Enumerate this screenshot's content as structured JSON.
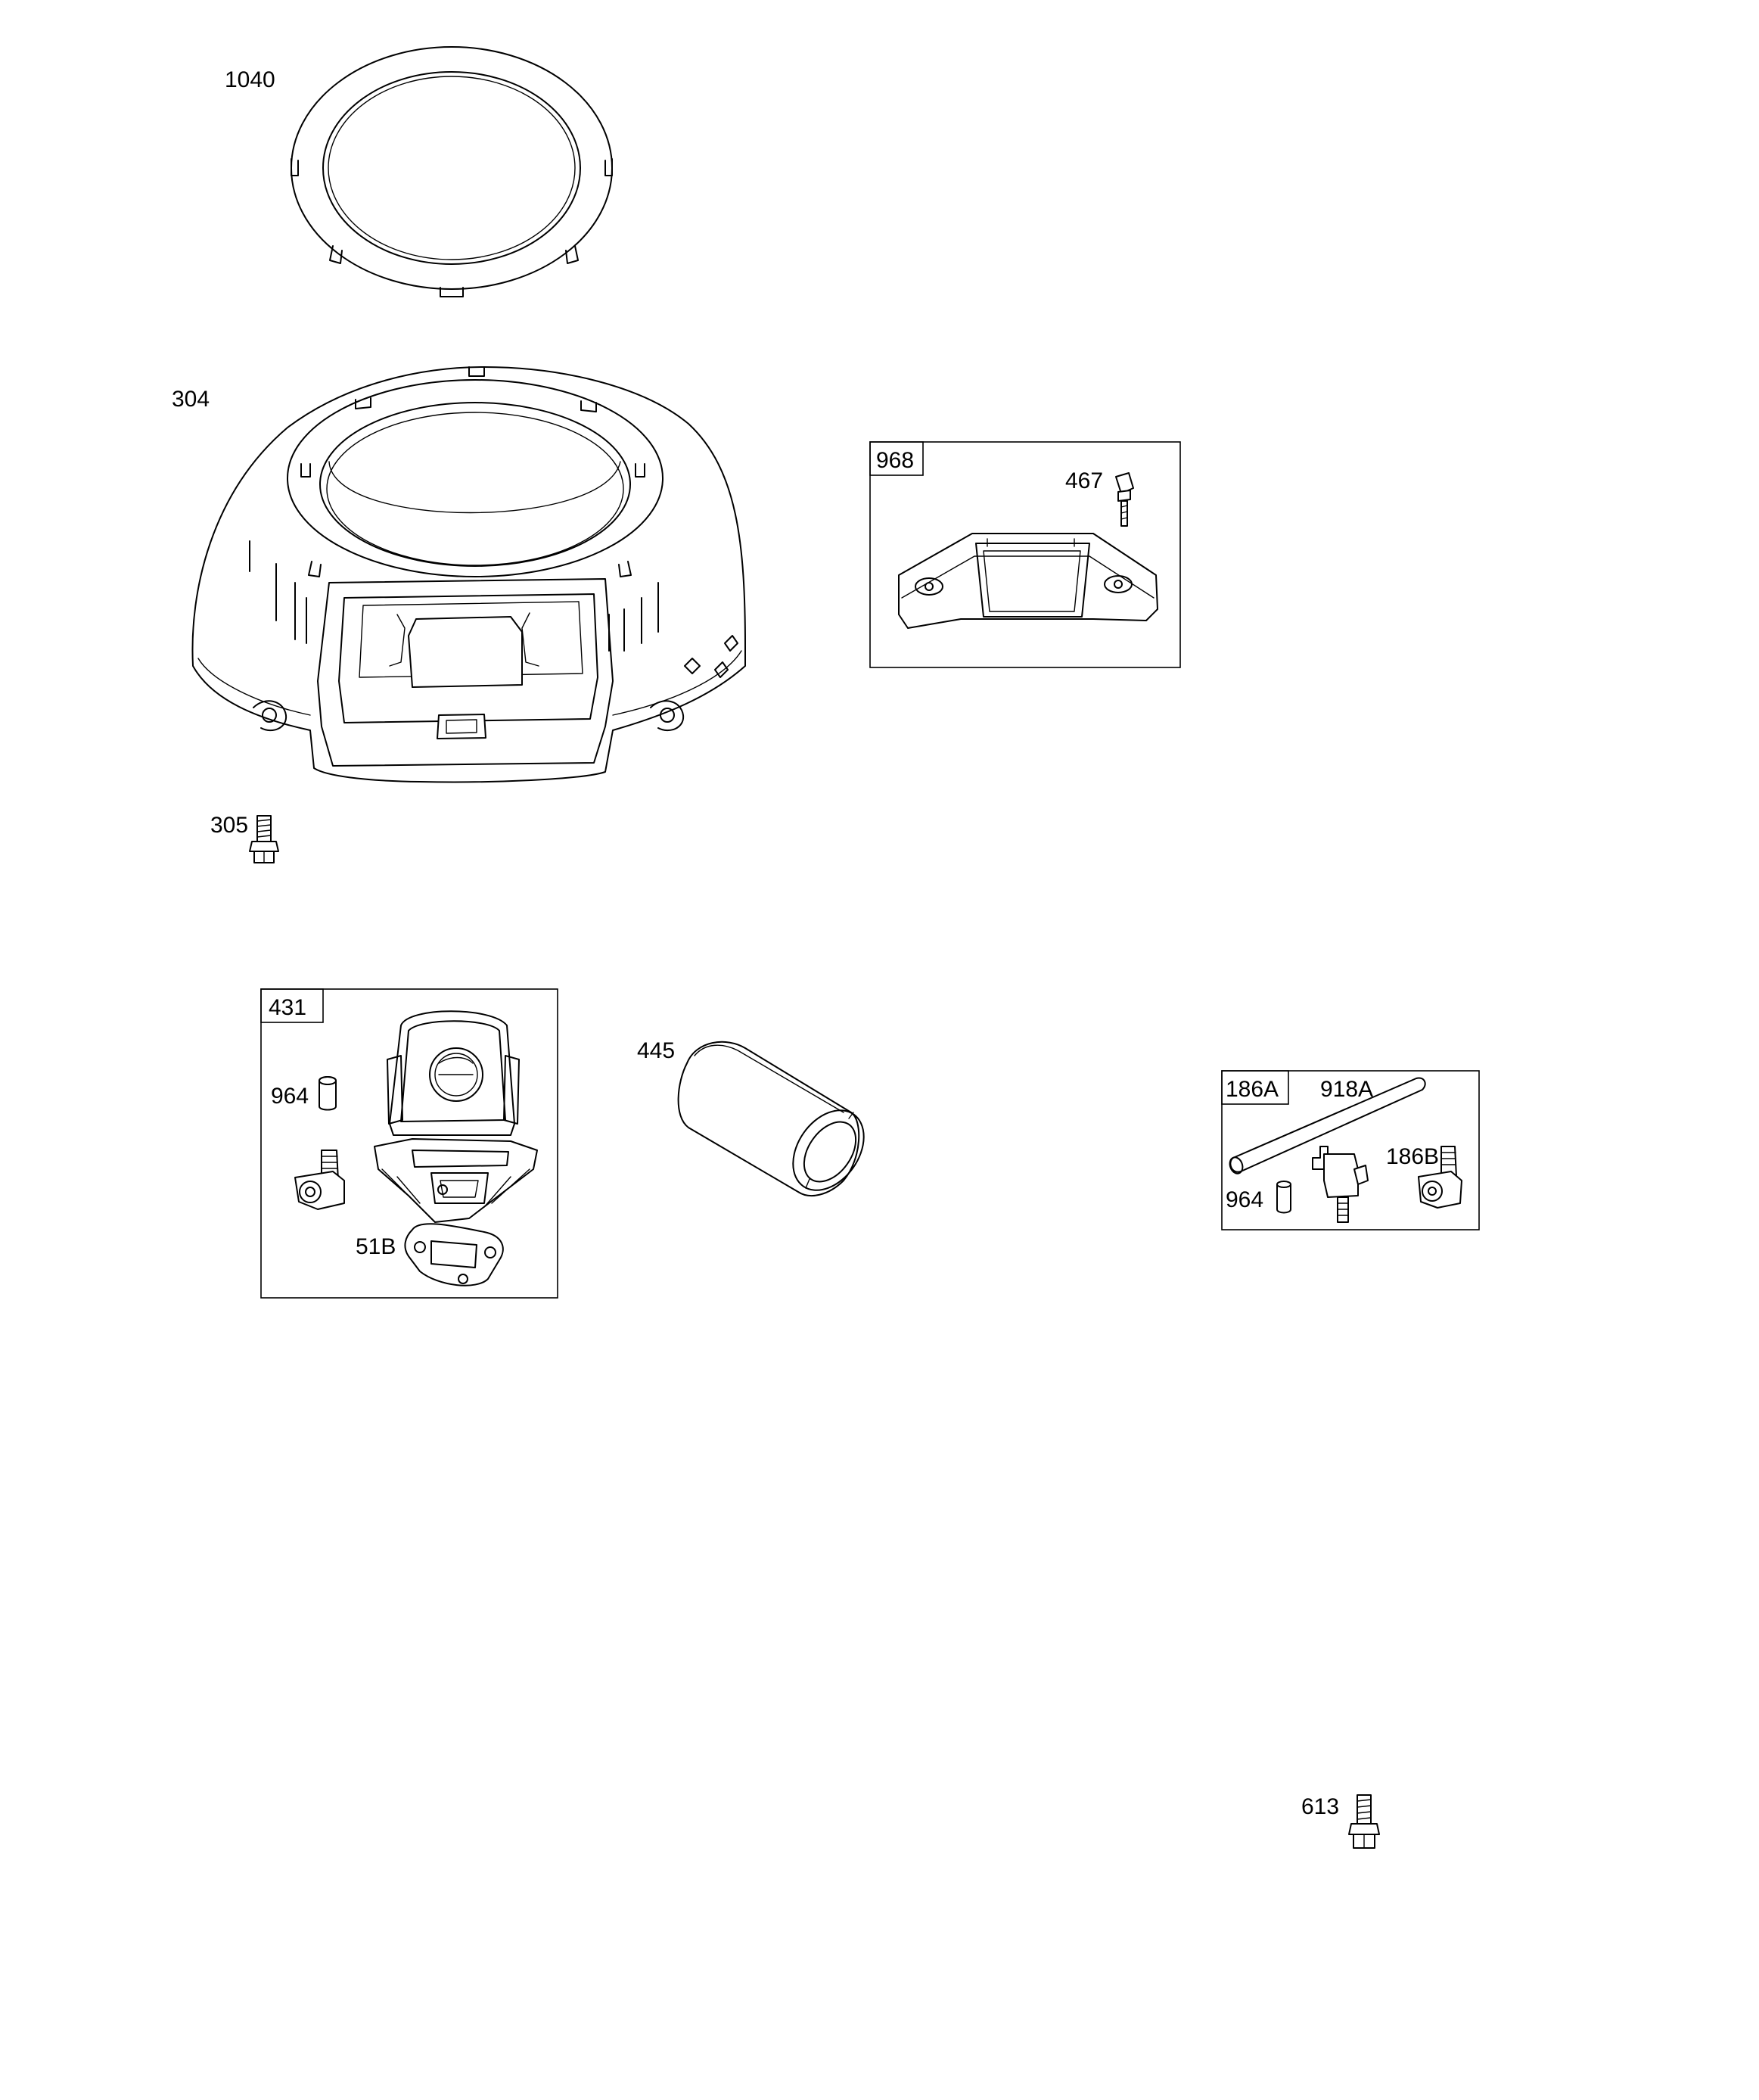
{
  "parts": {
    "p1040": "1040",
    "p304": "304",
    "p305": "305",
    "p968": "968",
    "p467": "467",
    "p431": "431",
    "p964_a": "964",
    "p51b": "51B",
    "p445": "445",
    "p186a": "186A",
    "p918a": "918A",
    "p186b": "186B",
    "p964_b": "964",
    "p613": "613"
  },
  "icons": {
    "ring": "blower-housing-ring-icon",
    "housing": "blower-housing-icon",
    "screw": "screw-icon",
    "cover": "cover-plate-icon",
    "knob": "thumb-screw-icon",
    "air_cleaner": "air-cleaner-base-icon",
    "filter": "air-filter-cartridge-icon",
    "hose": "fuel-hose-icon",
    "fitting": "fitting-icon",
    "gasket": "gasket-icon"
  }
}
